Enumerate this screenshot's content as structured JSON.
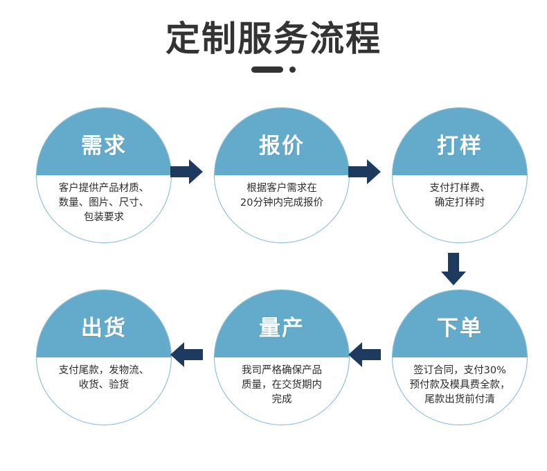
{
  "page": {
    "title": "定制服务流程",
    "title_color": "#333333",
    "accent_color": "#63aacb",
    "accent_ring_color": "#7cb6d1",
    "arrow_color": "#1f3a5f",
    "background_color": "#ffffff",
    "body_text_color": "#2b2b2b",
    "heading_text_color": "#ffffff"
  },
  "decoration": {
    "dash_label": "dash",
    "dot_label": "dot"
  },
  "steps": [
    {
      "id": "step-1",
      "title": "需求",
      "desc": "客户提供产品材质、\n数量、图片、尺寸、\n包装要求"
    },
    {
      "id": "step-2",
      "title": "报价",
      "desc": "根据客户需求在\n20分钟内完成报价"
    },
    {
      "id": "step-3",
      "title": "打样",
      "desc": "支付打样费、\n确定打样时"
    },
    {
      "id": "step-4",
      "title": "下单",
      "desc": "签订合同，支付30%\n预付款及模具费全款，\n尾款出货前付清"
    },
    {
      "id": "step-5",
      "title": "量产",
      "desc": "我司严格确保产品\n质量，在交货期内\n完成"
    },
    {
      "id": "step-6",
      "title": "出货",
      "desc": "支付尾款，发物流、\n收货、验货"
    }
  ],
  "connectors": [
    {
      "id": "connector-1",
      "direction": "right",
      "from": "需求",
      "to": "报价"
    },
    {
      "id": "connector-2",
      "direction": "right",
      "from": "报价",
      "to": "打样"
    },
    {
      "id": "connector-3",
      "direction": "down",
      "from": "打样",
      "to": "下单"
    },
    {
      "id": "connector-4",
      "direction": "left",
      "from": "下单",
      "to": "量产"
    },
    {
      "id": "connector-5",
      "direction": "left",
      "from": "量产",
      "to": "出货"
    }
  ]
}
